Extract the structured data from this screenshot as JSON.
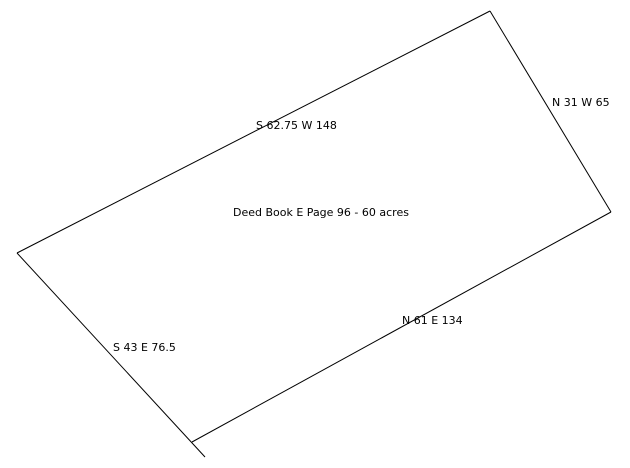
{
  "plat": {
    "line_color": "#000000",
    "title": "Deed Book E Page 96 - 60 acres",
    "calls": {
      "top": "S 62.75 W 148",
      "right": "N 31 W 65",
      "bottom": "N 61 E 134",
      "left": "S 43 E 76.5"
    }
  }
}
